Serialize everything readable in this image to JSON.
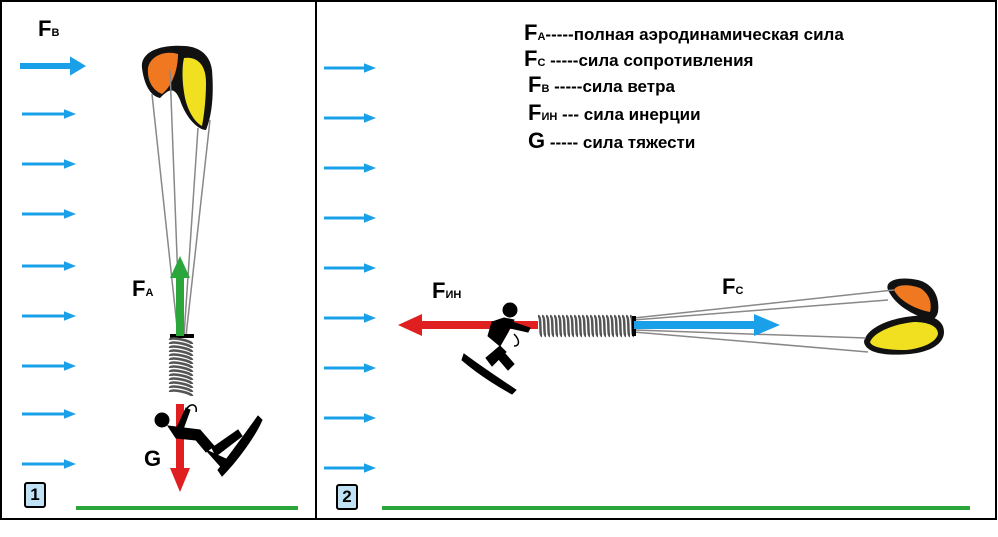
{
  "panel1": {
    "number": "1",
    "wind_label": {
      "main": "F",
      "sub": "В"
    },
    "aero_label": {
      "main": "F",
      "sub": "А"
    },
    "gravity_label": "G"
  },
  "panel2": {
    "number": "2",
    "inertia_label": {
      "main": "F",
      "sub": "ИН"
    },
    "drag_label": {
      "main": "F",
      "sub": "С"
    }
  },
  "legend": [
    {
      "main": "F",
      "sub": "А",
      "dashes": "-----",
      "text": "полная аэродинамическая сила"
    },
    {
      "main": "F",
      "sub": "С",
      "dashes": " -----",
      "text": "сила сопротивления"
    },
    {
      "main": "F",
      "sub": "В",
      "dashes": " -----",
      "text": "сила ветра"
    },
    {
      "main": "F",
      "sub": "ИН",
      "dashes": " ---",
      "text": " сила инерции"
    },
    {
      "main": "G",
      "sub": "",
      "dashes": " -----",
      "text": " сила тяжести"
    }
  ],
  "colors": {
    "wind_arrow": "#1aa0e8",
    "aero_arrow": "#2aa63a",
    "gravity_arrow": "#e02020",
    "inertia_arrow": "#e02020",
    "drag_arrow": "#1aa0e8",
    "ground": "#2aa63a",
    "kite_orange": "#f07820",
    "kite_yellow": "#f0e020",
    "panel_badge": "#bfe3f5"
  }
}
